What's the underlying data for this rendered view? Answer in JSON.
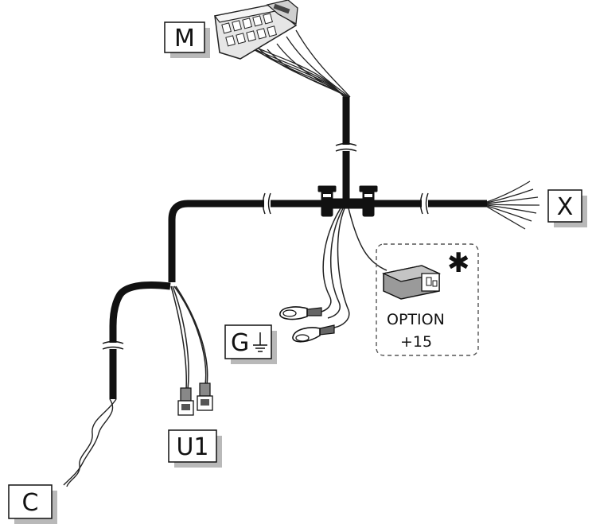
{
  "diagram": {
    "labels": {
      "m": "M",
      "x": "X",
      "g": "G",
      "u1": "U1",
      "c": "C"
    },
    "option": {
      "line1": "OPTION",
      "line2": "+15",
      "mark": "✱"
    },
    "colors": {
      "cable": "#111111",
      "label_shadow": "#b9b9b9",
      "connector_fill": "#9a9a9a",
      "dashed_box": "#555555"
    }
  }
}
